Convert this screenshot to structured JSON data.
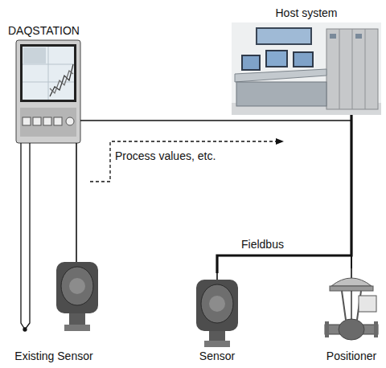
{
  "diagram": {
    "nodes": [
      {
        "text": [
          "Host system"
        ]
      },
      {
        "text": [
          "DAQSTATION"
        ]
      },
      {
        "text": [
          "Existing Sensor"
        ]
      },
      {
        "text": [
          "Sensor"
        ]
      },
      {
        "text": [
          "Positioner"
        ]
      }
    ],
    "edges": [
      {
        "from": 1,
        "to": 0,
        "arrow": "none"
      },
      {
        "from": 1,
        "to": 2,
        "arrow": "none"
      },
      {
        "from": 3,
        "to": 0,
        "arrow": "none"
      },
      {
        "from": 4,
        "to": 0,
        "arrow": "none"
      }
    ],
    "labels": [
      "Process values, etc.",
      "Fieldbus"
    ]
  }
}
